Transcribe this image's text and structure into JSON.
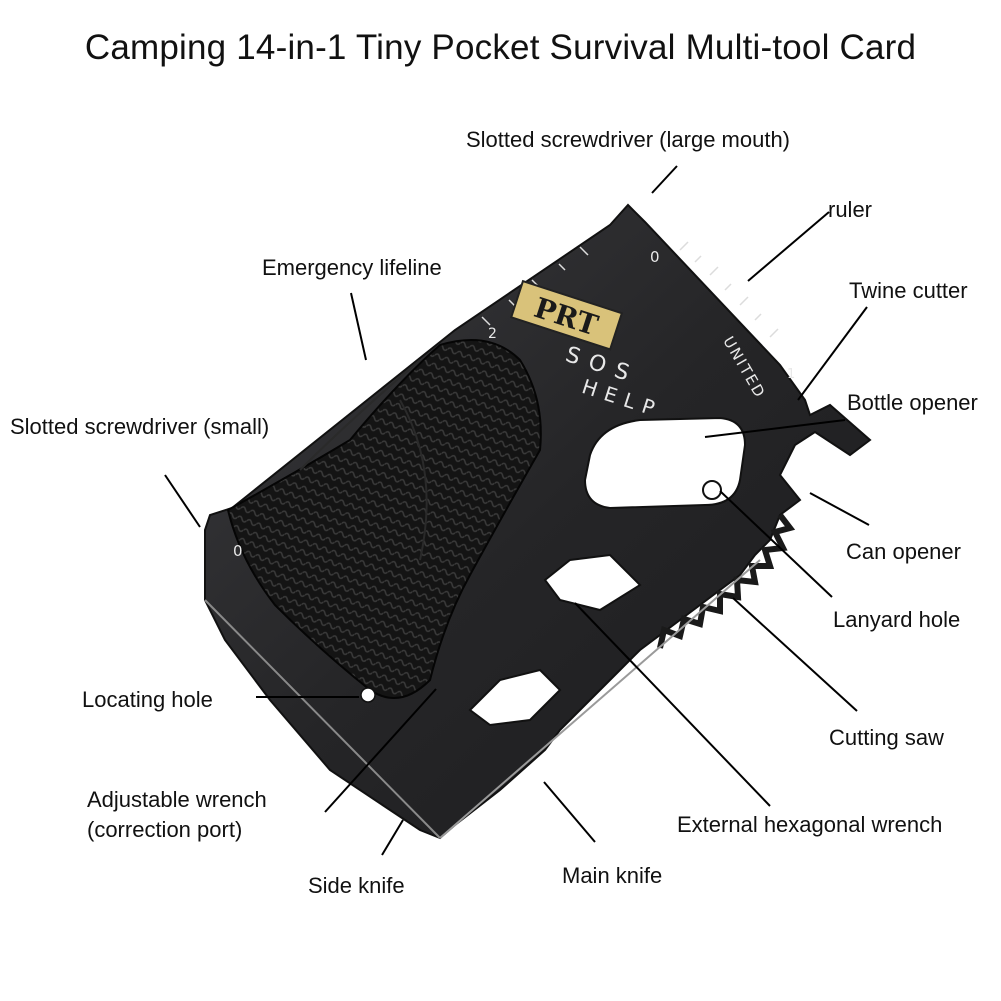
{
  "title": "Camping 14-in-1 Tiny Pocket Survival Multi-tool Card",
  "card": {
    "brand": "PRT",
    "sos": "SOS",
    "help": "HELP",
    "united": "UNITED",
    "ruler_zero_top": "0",
    "ruler_two": "2",
    "ruler_one": "1",
    "ruler_zero_left": "0",
    "colors": {
      "steel": "#2b2b2d",
      "cord": "#141414",
      "brand": "#d9c27a"
    }
  },
  "labels": {
    "slotted_large": "Slotted screwdriver (large mouth)",
    "ruler": "ruler",
    "twine_cutter": "Twine cutter",
    "bottle_opener": "Bottle opener",
    "can_opener": "Can opener",
    "lanyard_hole": "Lanyard hole",
    "cutting_saw": "Cutting saw",
    "external_hex": "External hexagonal wrench",
    "main_knife": "Main knife",
    "side_knife": "Side knife",
    "adjustable_wrench_1": "Adjustable wrench",
    "adjustable_wrench_2": "(correction port)",
    "locating_hole": "Locating hole",
    "slotted_small": "Slotted screwdriver (small)",
    "emergency_lifeline": "Emergency lifeline"
  }
}
